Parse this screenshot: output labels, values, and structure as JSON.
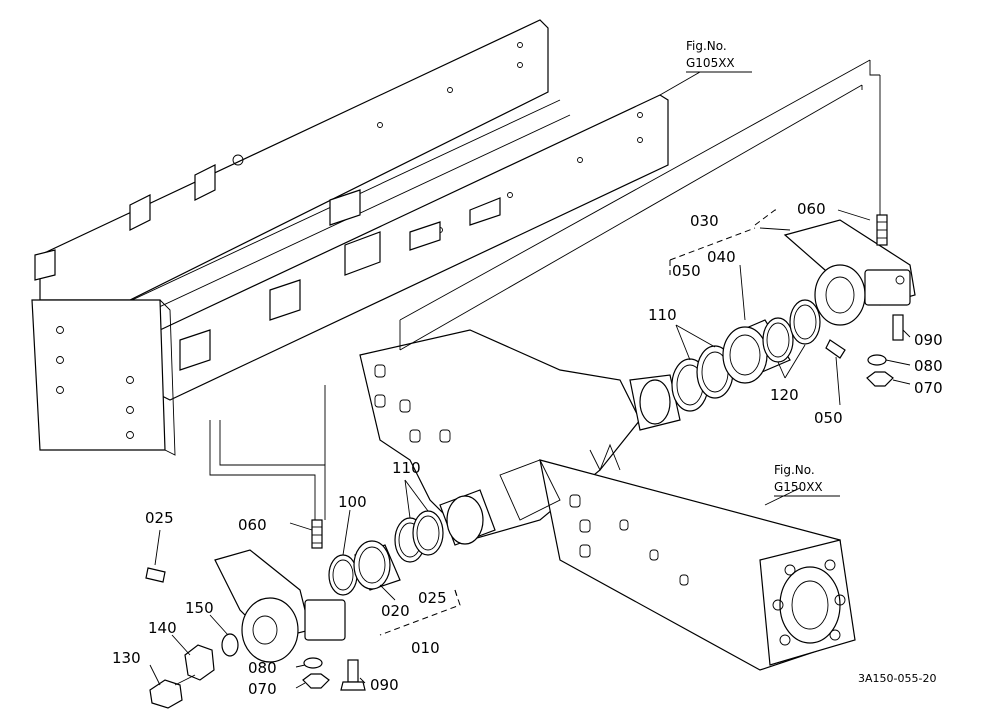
{
  "figure_refs": [
    {
      "fig_no": "Fig.No.",
      "code": "G105XX"
    },
    {
      "fig_no": "Fig.No.",
      "code": "G150XX"
    }
  ],
  "part_labels": [
    "030",
    "060",
    "050",
    "040",
    "110",
    "120",
    "050",
    "090",
    "080",
    "070",
    "110",
    "100",
    "025",
    "060",
    "150",
    "140",
    "130",
    "020",
    "025",
    "010",
    "080",
    "070",
    "090"
  ],
  "drawing_code": "3A150-055-20"
}
